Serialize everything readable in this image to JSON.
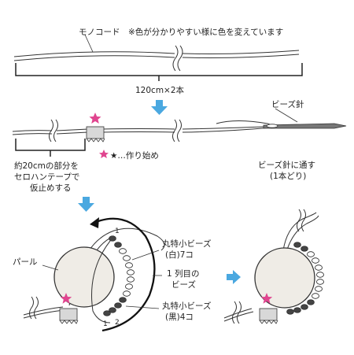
{
  "labels": {
    "mono_cord": "モノコード　※色が分かりやすい様に色を変えています",
    "length": "120cm×2本",
    "bead_needle": "ビーズ針",
    "start_marker": "★…作り始め",
    "tape_note": [
      "約20cmの部分を",
      "セロハンテープで",
      "仮止めする"
    ],
    "thread_note": [
      "ビーズ針に通す",
      "(1本どり)"
    ],
    "pearl": "パール",
    "white_beads": [
      "丸特小ビーズ",
      "(白)7コ"
    ],
    "row_label": [
      "1 列目の",
      "ビーズ"
    ],
    "black_beads": [
      "丸特小ビーズ",
      "(黒)4コ"
    ],
    "num_top": "1",
    "num_bottom_1": "1",
    "num_bottom_2": "2"
  },
  "colors": {
    "accent_arrow": "#4aa8e0",
    "star": "#e0458f",
    "black_bead": "#444444",
    "pearl": "#efece6"
  }
}
